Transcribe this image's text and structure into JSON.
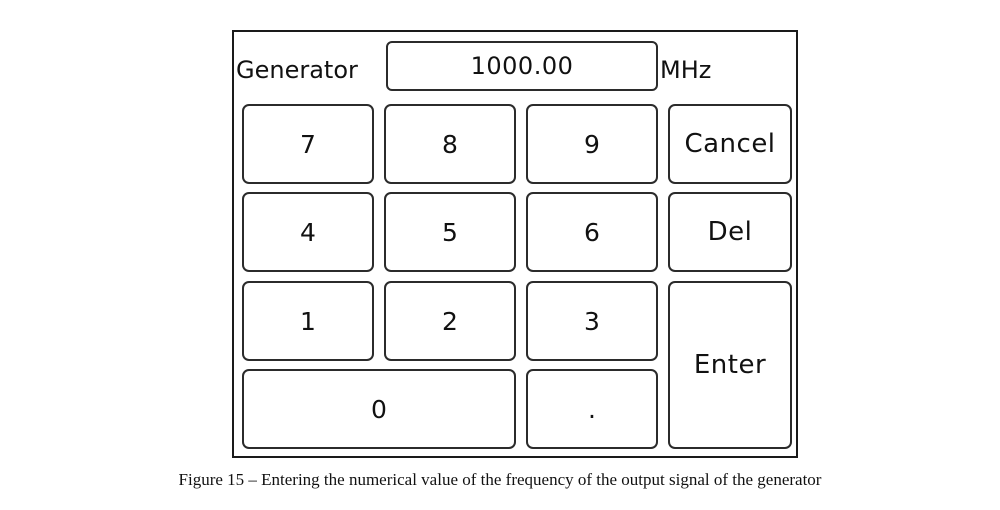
{
  "panel": {
    "label": "Generator",
    "value": "1000.00",
    "unit": "MHz"
  },
  "keypad": {
    "key_7": "7",
    "key_8": "8",
    "key_9": "9",
    "key_4": "4",
    "key_5": "5",
    "key_6": "6",
    "key_1": "1",
    "key_2": "2",
    "key_3": "3",
    "key_0": "0",
    "key_dot": ".",
    "cancel": "Cancel",
    "del": "Del",
    "enter": "Enter"
  },
  "caption": "Figure 15 – Entering the numerical value of the frequency of the output signal of the generator"
}
